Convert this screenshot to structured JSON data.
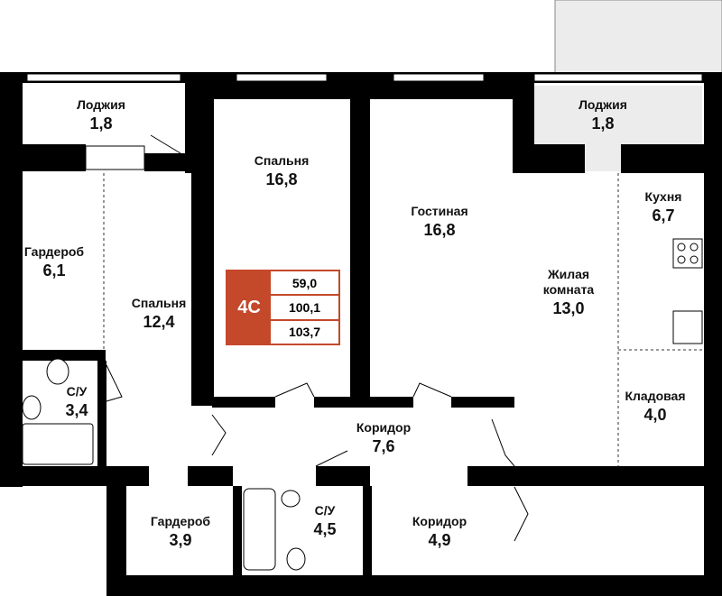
{
  "apartment": {
    "type_code": "4С",
    "areas": [
      "59,0",
      "100,1",
      "103,7"
    ],
    "accent_color": "#c4482a"
  },
  "rooms": [
    {
      "name": "Лоджия",
      "area": "1,8"
    },
    {
      "name": "Спальня",
      "area": "16,8"
    },
    {
      "name": "Гостиная",
      "area": "16,8"
    },
    {
      "name": "Лоджия",
      "area": "1,8"
    },
    {
      "name": "Кухня",
      "area": "6,7"
    },
    {
      "name": "Гардероб",
      "area": "6,1"
    },
    {
      "name": "Спальня",
      "area": "12,4"
    },
    {
      "name": "Жилая комната",
      "area": "13,0"
    },
    {
      "name": "С/У",
      "area": "3,4"
    },
    {
      "name": "Кладовая",
      "area": "4,0"
    },
    {
      "name": "Коридор",
      "area": "7,6"
    },
    {
      "name": "Гардероб",
      "area": "3,9"
    },
    {
      "name": "С/У",
      "area": "4,5"
    },
    {
      "name": "Коридор",
      "area": "4,9"
    }
  ]
}
